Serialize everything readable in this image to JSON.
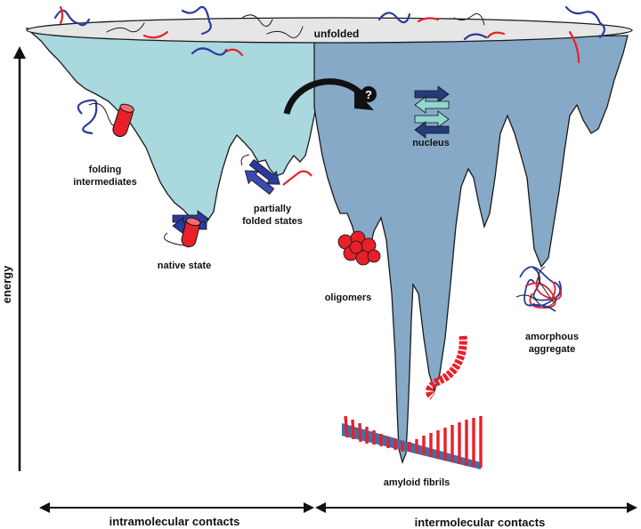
{
  "labels": {
    "unfolded": "unfolded",
    "folding_intermediates_line1": "folding",
    "folding_intermediates_line2": "intermediates",
    "partially_folded_line1": "partially",
    "partially_folded_line2": "folded states",
    "native_state": "native state",
    "nucleus": "nucleus",
    "question_mark": "?",
    "oligomers": "oligomers",
    "amorphous_line1": "amorphous",
    "amorphous_line2": "aggregate",
    "amyloid_fibrils": "amyloid fibrils"
  },
  "axes": {
    "y_label": "energy",
    "x_left_label": "intramolecular contacts",
    "x_right_label": "intermolecular contacts"
  },
  "colors": {
    "light_funnel": "#a9d8de",
    "dark_funnel": "#86a9c7",
    "rim": "#e6e6e6",
    "strand_red": "#e8202a",
    "strand_blue": "#2a3b9c",
    "nucleus_dark": "#233d7a",
    "nucleus_light": "#8fd8d0"
  },
  "icons": [
    "curved-arrow-icon",
    "beta-sheet-icon",
    "helix-cylinder-icon",
    "oligomer-spheres-icon",
    "fibril-icon",
    "coil-icon"
  ]
}
